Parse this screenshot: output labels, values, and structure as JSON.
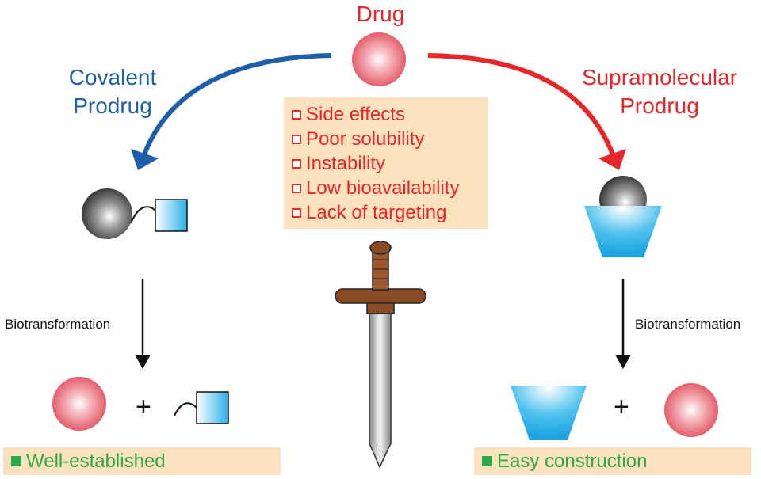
{
  "labels": {
    "drug": "Drug",
    "covalent_line1": "Covalent",
    "covalent_line2": "Prodrug",
    "supramolecular_line1": "Supramolecular",
    "supramolecular_line2": "Prodrug",
    "biotransformation_left": "Biotransformation",
    "biotransformation_right": "Biotransformation",
    "plus": "+"
  },
  "problems": [
    "Side effects",
    "Poor solubility",
    "Instability",
    "Low bioavailability",
    "Lack of targeting"
  ],
  "advantages": {
    "left": "Well-established",
    "right": "Easy construction"
  },
  "colors": {
    "red": "#e5262a",
    "blue": "#1f5ea8",
    "green": "#2aa84a",
    "panel": "#fbe2bf",
    "cyan": "#29aee6",
    "sword_brown": "#8b4a26"
  },
  "icons": [
    "drug-sphere-icon",
    "carrier-sphere-icon",
    "promoiety-square-icon",
    "host-cup-icon",
    "sword-icon",
    "checkbox-icon"
  ]
}
